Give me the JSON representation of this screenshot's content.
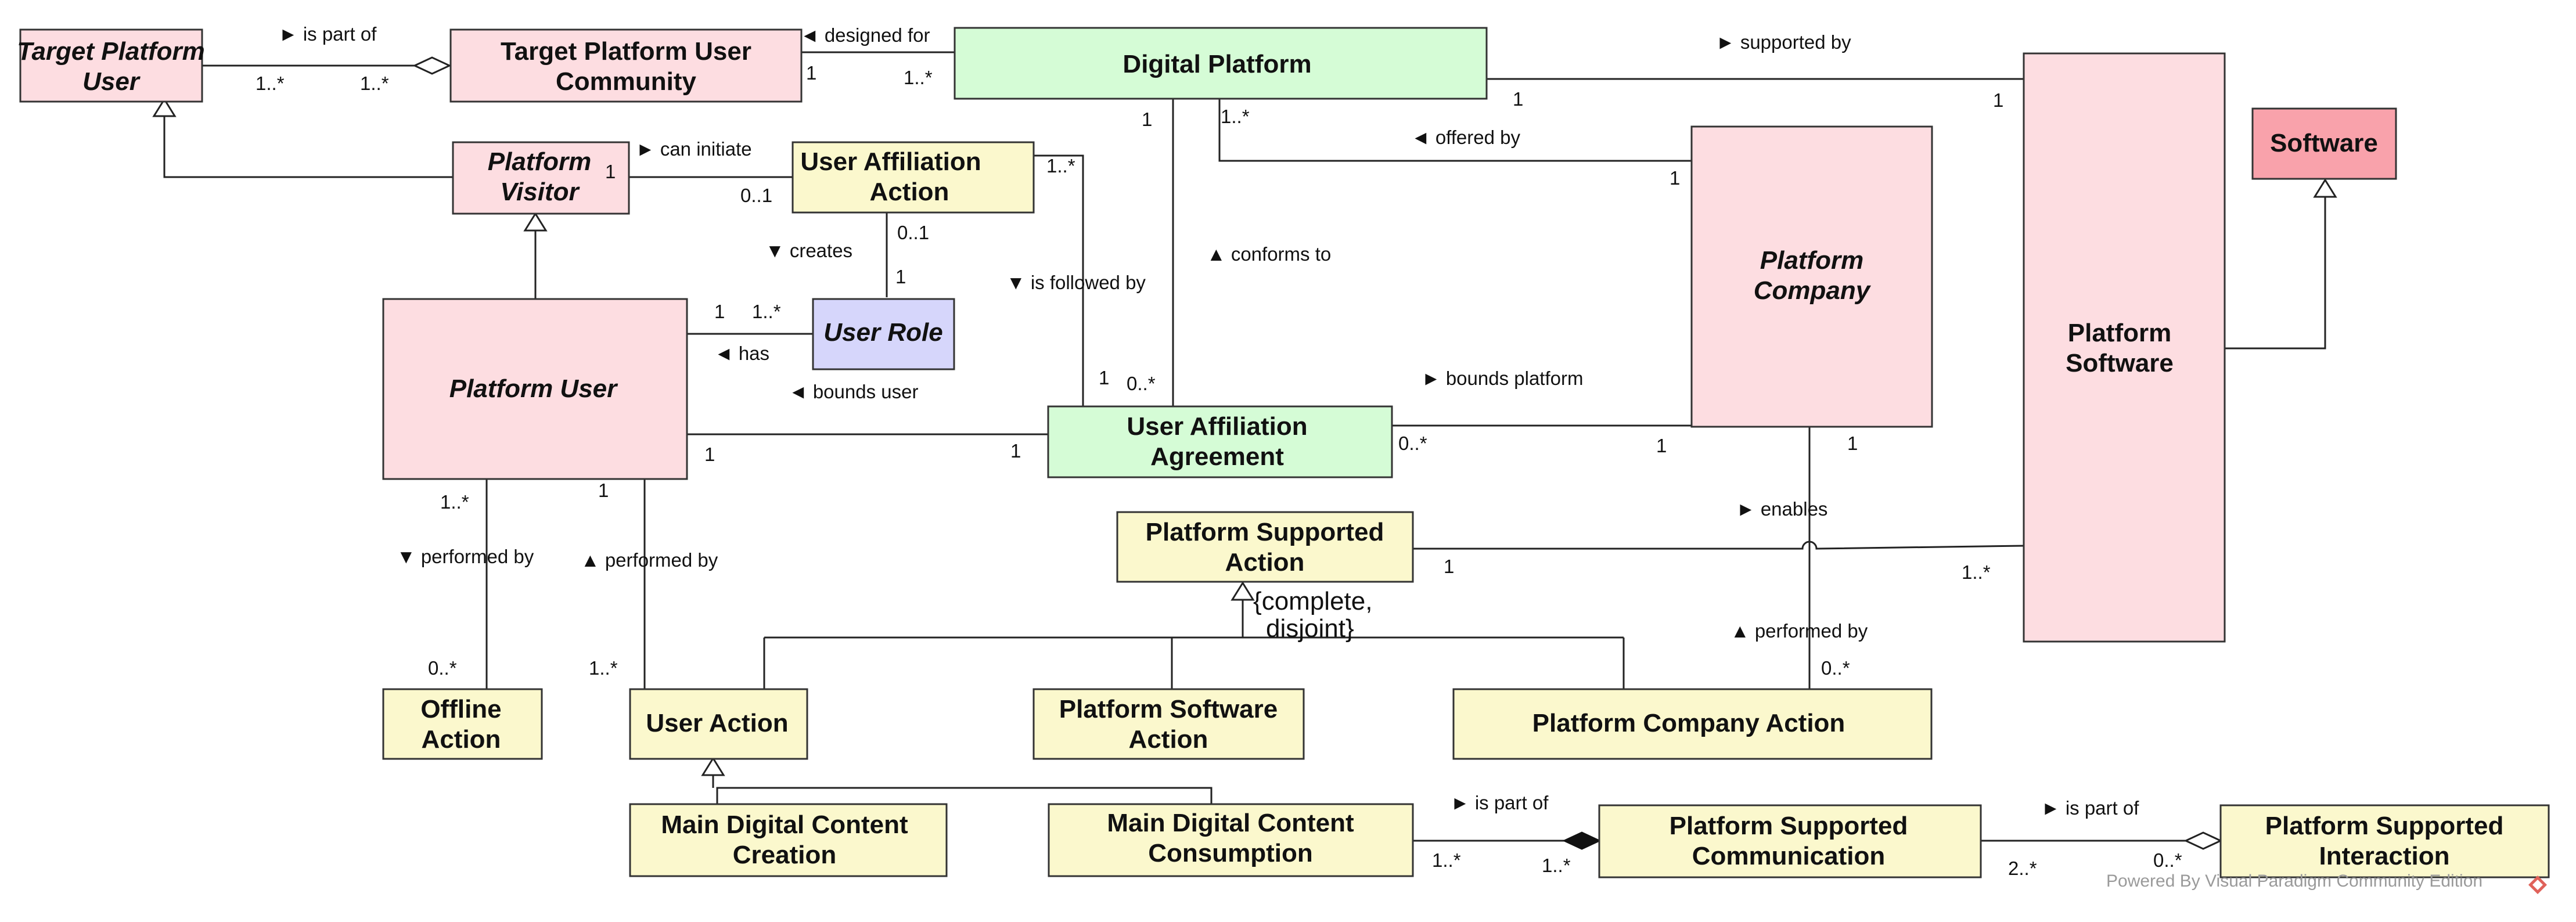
{
  "colors": {
    "pink": "#fddde1",
    "yellow": "#fbf8cd",
    "green": "#d5fcd6",
    "lavender": "#d6d6fb",
    "red": "#f9a2ab",
    "line": "#222222"
  },
  "classes": {
    "target_platform_user": [
      "Target Platform",
      "User"
    ],
    "target_platform_user_community": [
      "Target Platform User",
      "Community"
    ],
    "digital_platform": [
      "Digital Platform"
    ],
    "platform_software": [
      "Platform",
      "Software"
    ],
    "software": [
      "Software"
    ],
    "platform_visitor": [
      "Platform",
      "Visitor"
    ],
    "user_affiliation_action": [
      "User Affiliation",
      "Action"
    ],
    "platform_company": [
      "Platform",
      "Company"
    ],
    "platform_user": [
      "Platform User"
    ],
    "user_role": [
      "User Role"
    ],
    "user_affiliation_agreement": [
      "User Affiliation",
      "Agreement"
    ],
    "platform_supported_action": [
      "Platform Supported",
      "Action"
    ],
    "offline_action": [
      "Offline",
      "Action"
    ],
    "user_action": [
      "User Action"
    ],
    "platform_software_action": [
      "Platform Software",
      "Action"
    ],
    "platform_company_action": [
      "Platform Company Action"
    ],
    "main_digital_content_creation": [
      "Main Digital Content",
      "Creation"
    ],
    "main_digital_content_consumption": [
      "Main Digital Content",
      "Consumption"
    ],
    "platform_supported_communication": [
      "Platform Supported",
      "Communication"
    ],
    "platform_supported_interaction": [
      "Platform Supported",
      "Interaction"
    ]
  },
  "associations": {
    "is_part_of_1": "► is part of",
    "designed_for": "◄ designed for",
    "supported_by": "► supported by",
    "offered_by": "◄ offered by",
    "can_initiate": "► can initiate",
    "creates": "▼ creates",
    "is_followed_by": "▼ is followed by",
    "conforms_to": "▲ conforms to",
    "has": "◄ has",
    "bounds_user": "◄ bounds user",
    "bounds_platform": "► bounds platform",
    "enables": "► enables",
    "performed_by_1": "▼ performed by",
    "performed_by_2": "▲ performed by",
    "performed_by_3": "▲ performed by",
    "is_part_of_2": "► is part of",
    "is_part_of_3": "► is part of"
  },
  "multiplicities": [
    "1..*",
    "1..*",
    "1",
    "1..*",
    "1",
    "1",
    "1",
    "1..*",
    "1",
    "1",
    "0..1",
    "1..*",
    "0..1",
    "1",
    "1",
    "1..*",
    "1",
    "0..*",
    "1",
    "1",
    "0..*",
    "1",
    "1",
    "1",
    "1..*",
    "1..*",
    "1",
    "0..*",
    "1..*",
    "0..*",
    "1..*",
    "1..*",
    "2..*",
    "0..*"
  ],
  "constraint": [
    "{complete,",
    "disjoint}"
  ],
  "watermark": "Powered By Visual Paradigm Community Edition"
}
